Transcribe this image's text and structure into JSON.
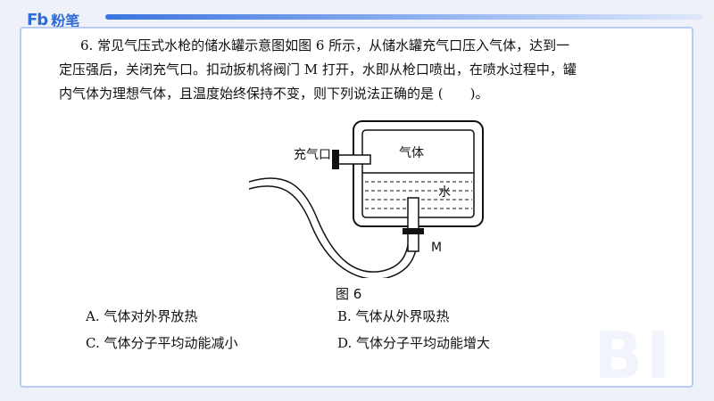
{
  "brand": {
    "mark": "Fb",
    "name": "粉笔"
  },
  "watermark": "BI",
  "question": {
    "lines": [
      "6. 常见气压式水枪的储水罐示意图如图 6 所示，从储水罐充气口压入气体，达到一",
      "定压强后，关闭充气口。扣动扳机将阀门 M 打开，水即从枪口喷出，在喷水过程中，罐",
      "内气体为理想气体，且温度始终保持不变，则下列说法正确的是 (　　)。"
    ]
  },
  "diagram": {
    "inlet_label": "充气口",
    "gas_label": "气体",
    "water_label": "水",
    "valve_label": "M",
    "caption": "图 6"
  },
  "options": [
    {
      "text": "A. 气体对外界放热"
    },
    {
      "text": "B. 气体从外界吸热"
    },
    {
      "text": "C. 气体分子平均动能减小"
    },
    {
      "text": "D. 气体分子平均动能增大"
    }
  ]
}
